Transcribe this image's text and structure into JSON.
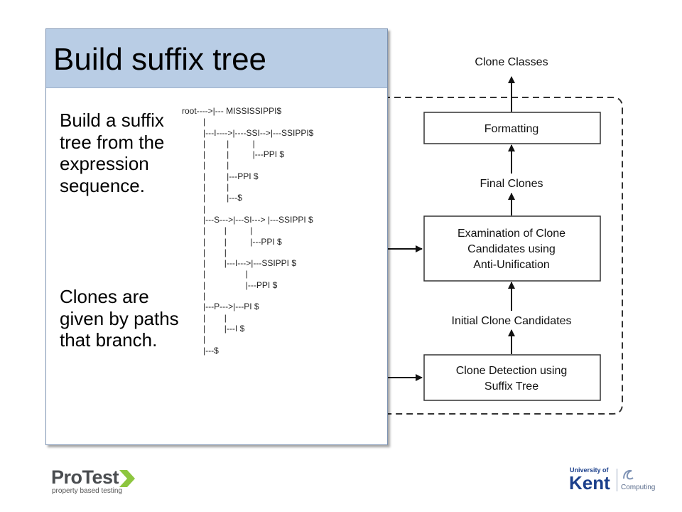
{
  "slide": {
    "title": "Build suffix tree",
    "paragraph_1": "Build a suffix tree from the expression sequence.",
    "paragraph_2": "Clones are given by paths that branch.",
    "tree_text": "root---->|--- MISSISSIPPI$\n         |\n         |---I---->|----SSI-->|---SSIPPI$\n         |         |          |\n         |         |          |---PPI $\n         |         |\n         |         |---PPI $\n         |         |\n         |         |---$\n         |\n         |---S--->|---SI---> |---SSIPPI $\n         |        |          |\n         |        |          |---PPI $\n         |        |\n         |        |---I--->|---SSIPPI $\n         |                 |\n         |                 |---PPI $\n         |\n         |---P--->|---PI $\n         |        |\n         |        |---I $\n         |\n         |---$"
  },
  "flowchart": {
    "clone_classes": "Clone Classes",
    "formatting": "Formatting",
    "final_clones": "Final Clones",
    "examination": [
      "Examination of Clone",
      "Candidates using",
      "Anti-Unification"
    ],
    "initial_candidates": "Initial Clone Candidates",
    "detection": [
      "Clone Detection using",
      "Suffix Tree"
    ]
  },
  "logos": {
    "protest_pro": "Pro",
    "protest_test": "Test",
    "protest_tagline": "property based testing",
    "kent_university_of": "University of",
    "kent_name": "Kent",
    "kent_dept": "Computing"
  }
}
